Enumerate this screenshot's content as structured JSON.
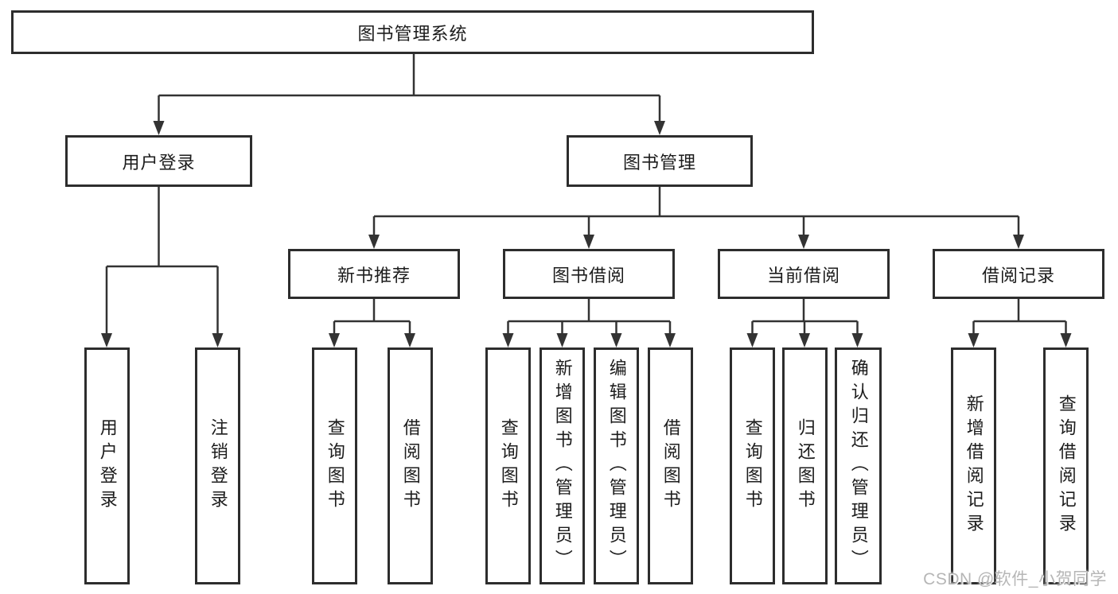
{
  "diagram": {
    "type": "hierarchy-tree",
    "colors": {
      "line": "#333333",
      "box_border": "#2d2d2d",
      "text": "#1c1c1c",
      "background": "#ffffff",
      "watermark_text": "#b6b6b6"
    },
    "watermark": "CSDN @软件_小贺同学",
    "tree": {
      "root": {
        "label": "图书管理系统",
        "children": [
          {
            "label": "用户登录",
            "children": [
              {
                "label": "用户登录"
              },
              {
                "label": "注销登录"
              }
            ]
          },
          {
            "label": "图书管理",
            "children": [
              {
                "label": "新书推荐",
                "children": [
                  {
                    "label": "查询图书"
                  },
                  {
                    "label": "借阅图书"
                  }
                ]
              },
              {
                "label": "图书借阅",
                "children": [
                  {
                    "label": "查询图书"
                  },
                  {
                    "label": "新增图书（管理员）"
                  },
                  {
                    "label": "编辑图书（管理员）"
                  },
                  {
                    "label": "借阅图书"
                  }
                ]
              },
              {
                "label": "当前借阅",
                "children": [
                  {
                    "label": "查询图书"
                  },
                  {
                    "label": "归还图书"
                  },
                  {
                    "label": "确认归还（管理员）"
                  }
                ]
              },
              {
                "label": "借阅记录",
                "children": [
                  {
                    "label": "新增借阅记录"
                  },
                  {
                    "label": "查询借阅记录"
                  }
                ]
              }
            ]
          }
        ]
      }
    }
  }
}
